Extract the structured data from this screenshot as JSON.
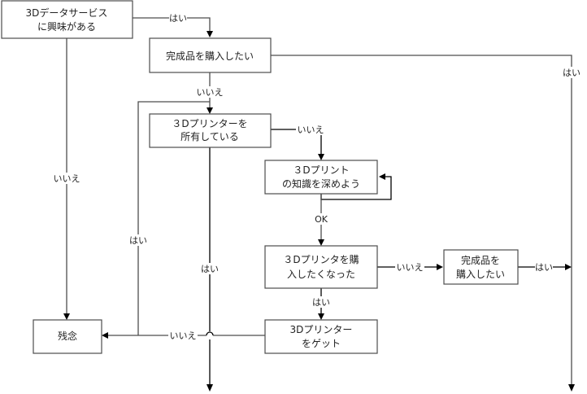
{
  "diagram": {
    "type": "flowchart",
    "nodes": [
      {
        "id": "interest",
        "lines": [
          "3Dデータサービス",
          "に興味がある"
        ]
      },
      {
        "id": "want_finished_1",
        "lines": [
          "完成品を購入したい"
        ]
      },
      {
        "id": "own_printer",
        "lines": [
          "３Dプリンターを",
          "所有している"
        ]
      },
      {
        "id": "learn",
        "lines": [
          "３Dプリント",
          "の知識を深めよう"
        ]
      },
      {
        "id": "want_buy_printer",
        "lines": [
          "３Dプリンタを購",
          "入したくなった"
        ]
      },
      {
        "id": "want_finished_2",
        "lines": [
          "完成品を",
          "購入したい"
        ]
      },
      {
        "id": "get_printer",
        "lines": [
          "3Dプリンター",
          "をゲット"
        ]
      },
      {
        "id": "sorry",
        "lines": [
          "残念"
        ]
      }
    ],
    "edges": [
      {
        "from": "interest",
        "to": "want_finished_1",
        "label": "はい"
      },
      {
        "from": "interest",
        "to": "sorry",
        "label": "いいえ"
      },
      {
        "from": "want_finished_1",
        "to": "bottom-right-exit",
        "label": "はい"
      },
      {
        "from": "want_finished_1",
        "to": "own_printer",
        "label": "いいえ"
      },
      {
        "from": "own_printer",
        "to": "learn",
        "label": "いいえ"
      },
      {
        "from": "own_printer",
        "to": "bottom-center-exit",
        "label": "はい"
      },
      {
        "from": "learn",
        "to": "learn",
        "label": ""
      },
      {
        "from": "learn",
        "to": "want_buy_printer",
        "label": "OK"
      },
      {
        "from": "want_buy_printer",
        "to": "want_finished_2",
        "label": "いいえ"
      },
      {
        "from": "want_buy_printer",
        "to": "get_printer",
        "label": "はい"
      },
      {
        "from": "want_finished_2",
        "to": "bottom-right-exit",
        "label": "はい"
      },
      {
        "from": "get_printer",
        "to": "sorry",
        "label": "いいえ"
      },
      {
        "from": "sorry-loop",
        "to": "own_printer",
        "label": "はい"
      }
    ]
  }
}
